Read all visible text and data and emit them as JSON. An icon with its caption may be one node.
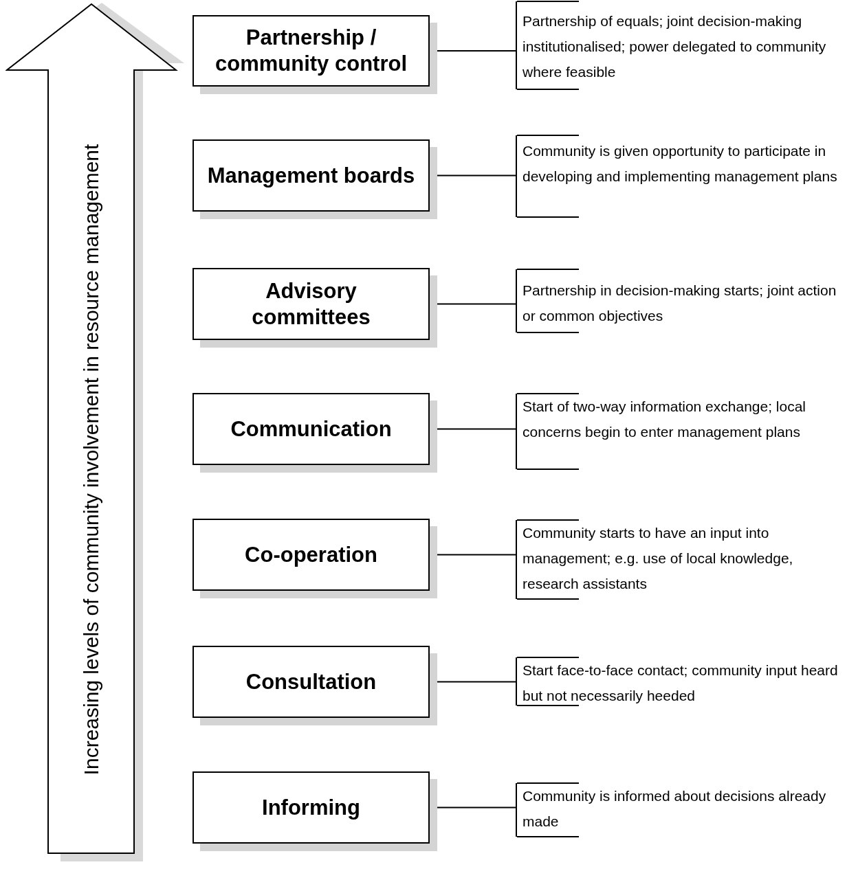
{
  "diagram": {
    "nodes": [
      {
        "text": [
          "Increasing levels of community involvement in resource management"
        ]
      },
      {
        "text": [
          "Partnership / community control"
        ]
      },
      {
        "text": [
          "Partnership of equals; joint decision-making institutionalised; power delegated to community where feasible"
        ]
      },
      {
        "text": [
          "Management boards"
        ]
      },
      {
        "text": [
          "Community is given opportunity to participate in developing and implementing management plans"
        ]
      },
      {
        "text": [
          "Advisory committees"
        ]
      },
      {
        "text": [
          "Partnership in decision-making starts; joint action or common objectives"
        ]
      },
      {
        "text": [
          "Communication"
        ]
      },
      {
        "text": [
          "Start of two-way information exchange; local concerns begin to enter management plans"
        ]
      },
      {
        "text": [
          "Co-operation"
        ]
      },
      {
        "text": [
          "Community starts to have an input into management; e.g. use of local knowledge, research assistants"
        ]
      },
      {
        "text": [
          "Consultation"
        ]
      },
      {
        "text": [
          "Start face-to-face contact; community input heard but not necessarily heeded"
        ]
      },
      {
        "text": [
          "Informing"
        ]
      },
      {
        "text": [
          "Community is informed about decisions already made"
        ]
      }
    ],
    "edges": [
      {
        "from": 1,
        "to": 2,
        "arrow": "none"
      },
      {
        "from": 3,
        "to": 4,
        "arrow": "none"
      },
      {
        "from": 5,
        "to": 6,
        "arrow": "none"
      },
      {
        "from": 7,
        "to": 8,
        "arrow": "none"
      },
      {
        "from": 9,
        "to": 10,
        "arrow": "none"
      },
      {
        "from": 11,
        "to": 12,
        "arrow": "none"
      },
      {
        "from": 13,
        "to": 14,
        "arrow": "none"
      }
    ]
  }
}
